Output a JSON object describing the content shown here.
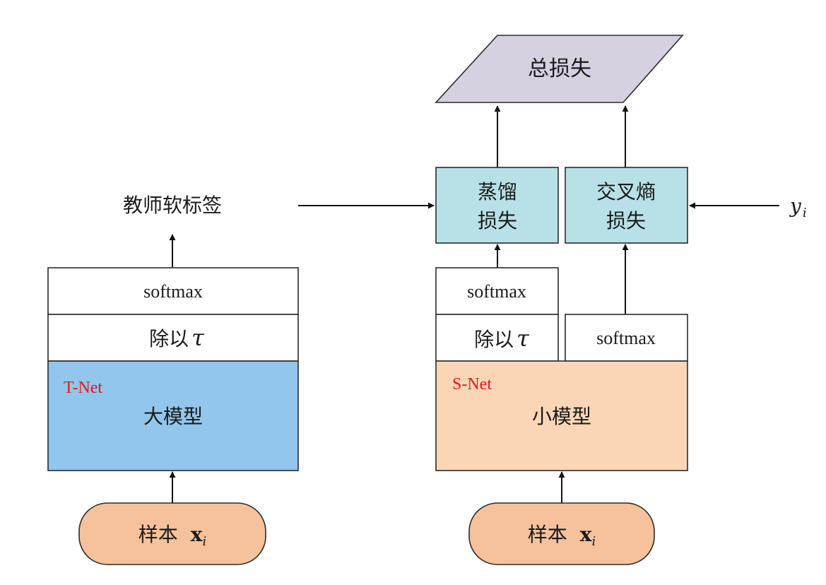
{
  "colors": {
    "teacher_model": "#92c6ec",
    "student_model": "#fbd6b6",
    "sample": "#f6c29b",
    "loss_box": "#b7e1e6",
    "total_loss": "#d6d0e0",
    "net_label": "#e8161b"
  },
  "total_loss": {
    "label": "总损失"
  },
  "teacher": {
    "soft_labels": "教师软标签",
    "softmax": "softmax",
    "divide_label": "除以",
    "tau_symbol": "τ",
    "net_name": "T-Net",
    "model": "大模型",
    "sample_label": "样本",
    "sample_var": "x",
    "sample_sub": "i"
  },
  "student": {
    "distill_loss_line1": "蒸馏",
    "distill_loss_line2": "损失",
    "ce_loss_line1": "交叉熵",
    "ce_loss_line2": "损失",
    "label_var": "y",
    "label_sub": "i",
    "softmax_left": "softmax",
    "divide_label": "除以",
    "tau_symbol": "τ",
    "softmax_right": "softmax",
    "net_name": "S-Net",
    "model": "小模型",
    "sample_label": "样本",
    "sample_var": "x",
    "sample_sub": "i"
  }
}
